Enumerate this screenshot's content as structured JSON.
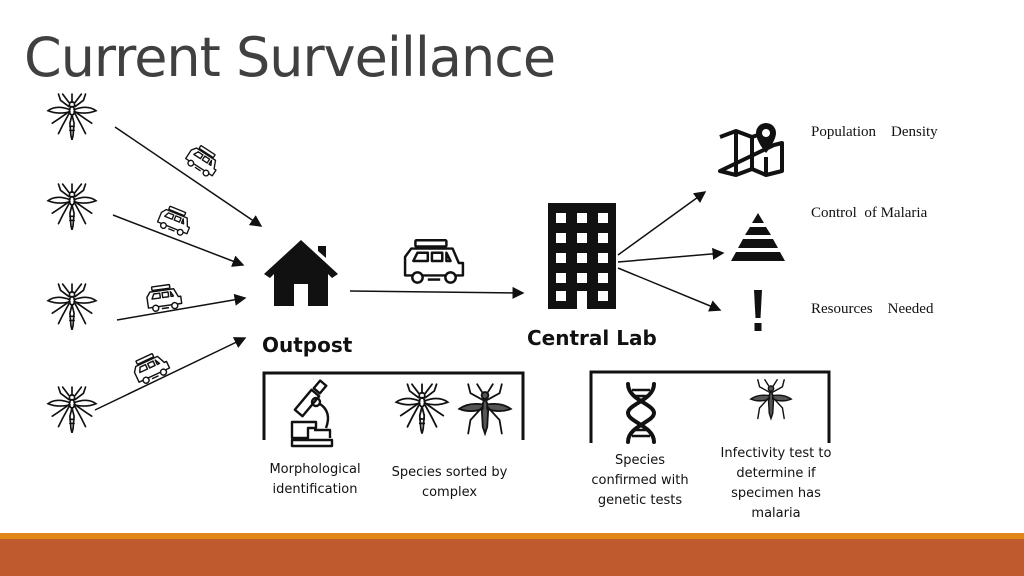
{
  "slide": {
    "title": "Current Surveillance",
    "nodes": {
      "outpost": "Outpost",
      "central_lab": "Central Lab"
    },
    "outpost_steps": [
      {
        "icon": "microscope-icon",
        "caption_lines": [
          "Morphological",
          "identification"
        ]
      },
      {
        "icon": "mosquitoes-icon",
        "caption_lines": [
          "Species sorted by",
          "complex"
        ]
      }
    ],
    "lab_steps": [
      {
        "icon": "dna-icon",
        "caption_lines": [
          "Species",
          "confirmed with",
          "genetic tests"
        ]
      },
      {
        "icon": "mosquito-icon",
        "caption_lines": [
          "Infectivity test to",
          "determine if",
          "specimen has",
          "malaria"
        ]
      }
    ],
    "outputs": [
      {
        "icon": "map-pin-icon",
        "label": "Population    Density"
      },
      {
        "icon": "pyramid-icon",
        "label": "Control  of Malaria"
      },
      {
        "icon": "exclamation-icon",
        "label": "Resources    Needed"
      }
    ],
    "colors": {
      "accent_orange": "#E3861A",
      "footer_brown": "#BE5A2D",
      "title": "#404040"
    }
  }
}
